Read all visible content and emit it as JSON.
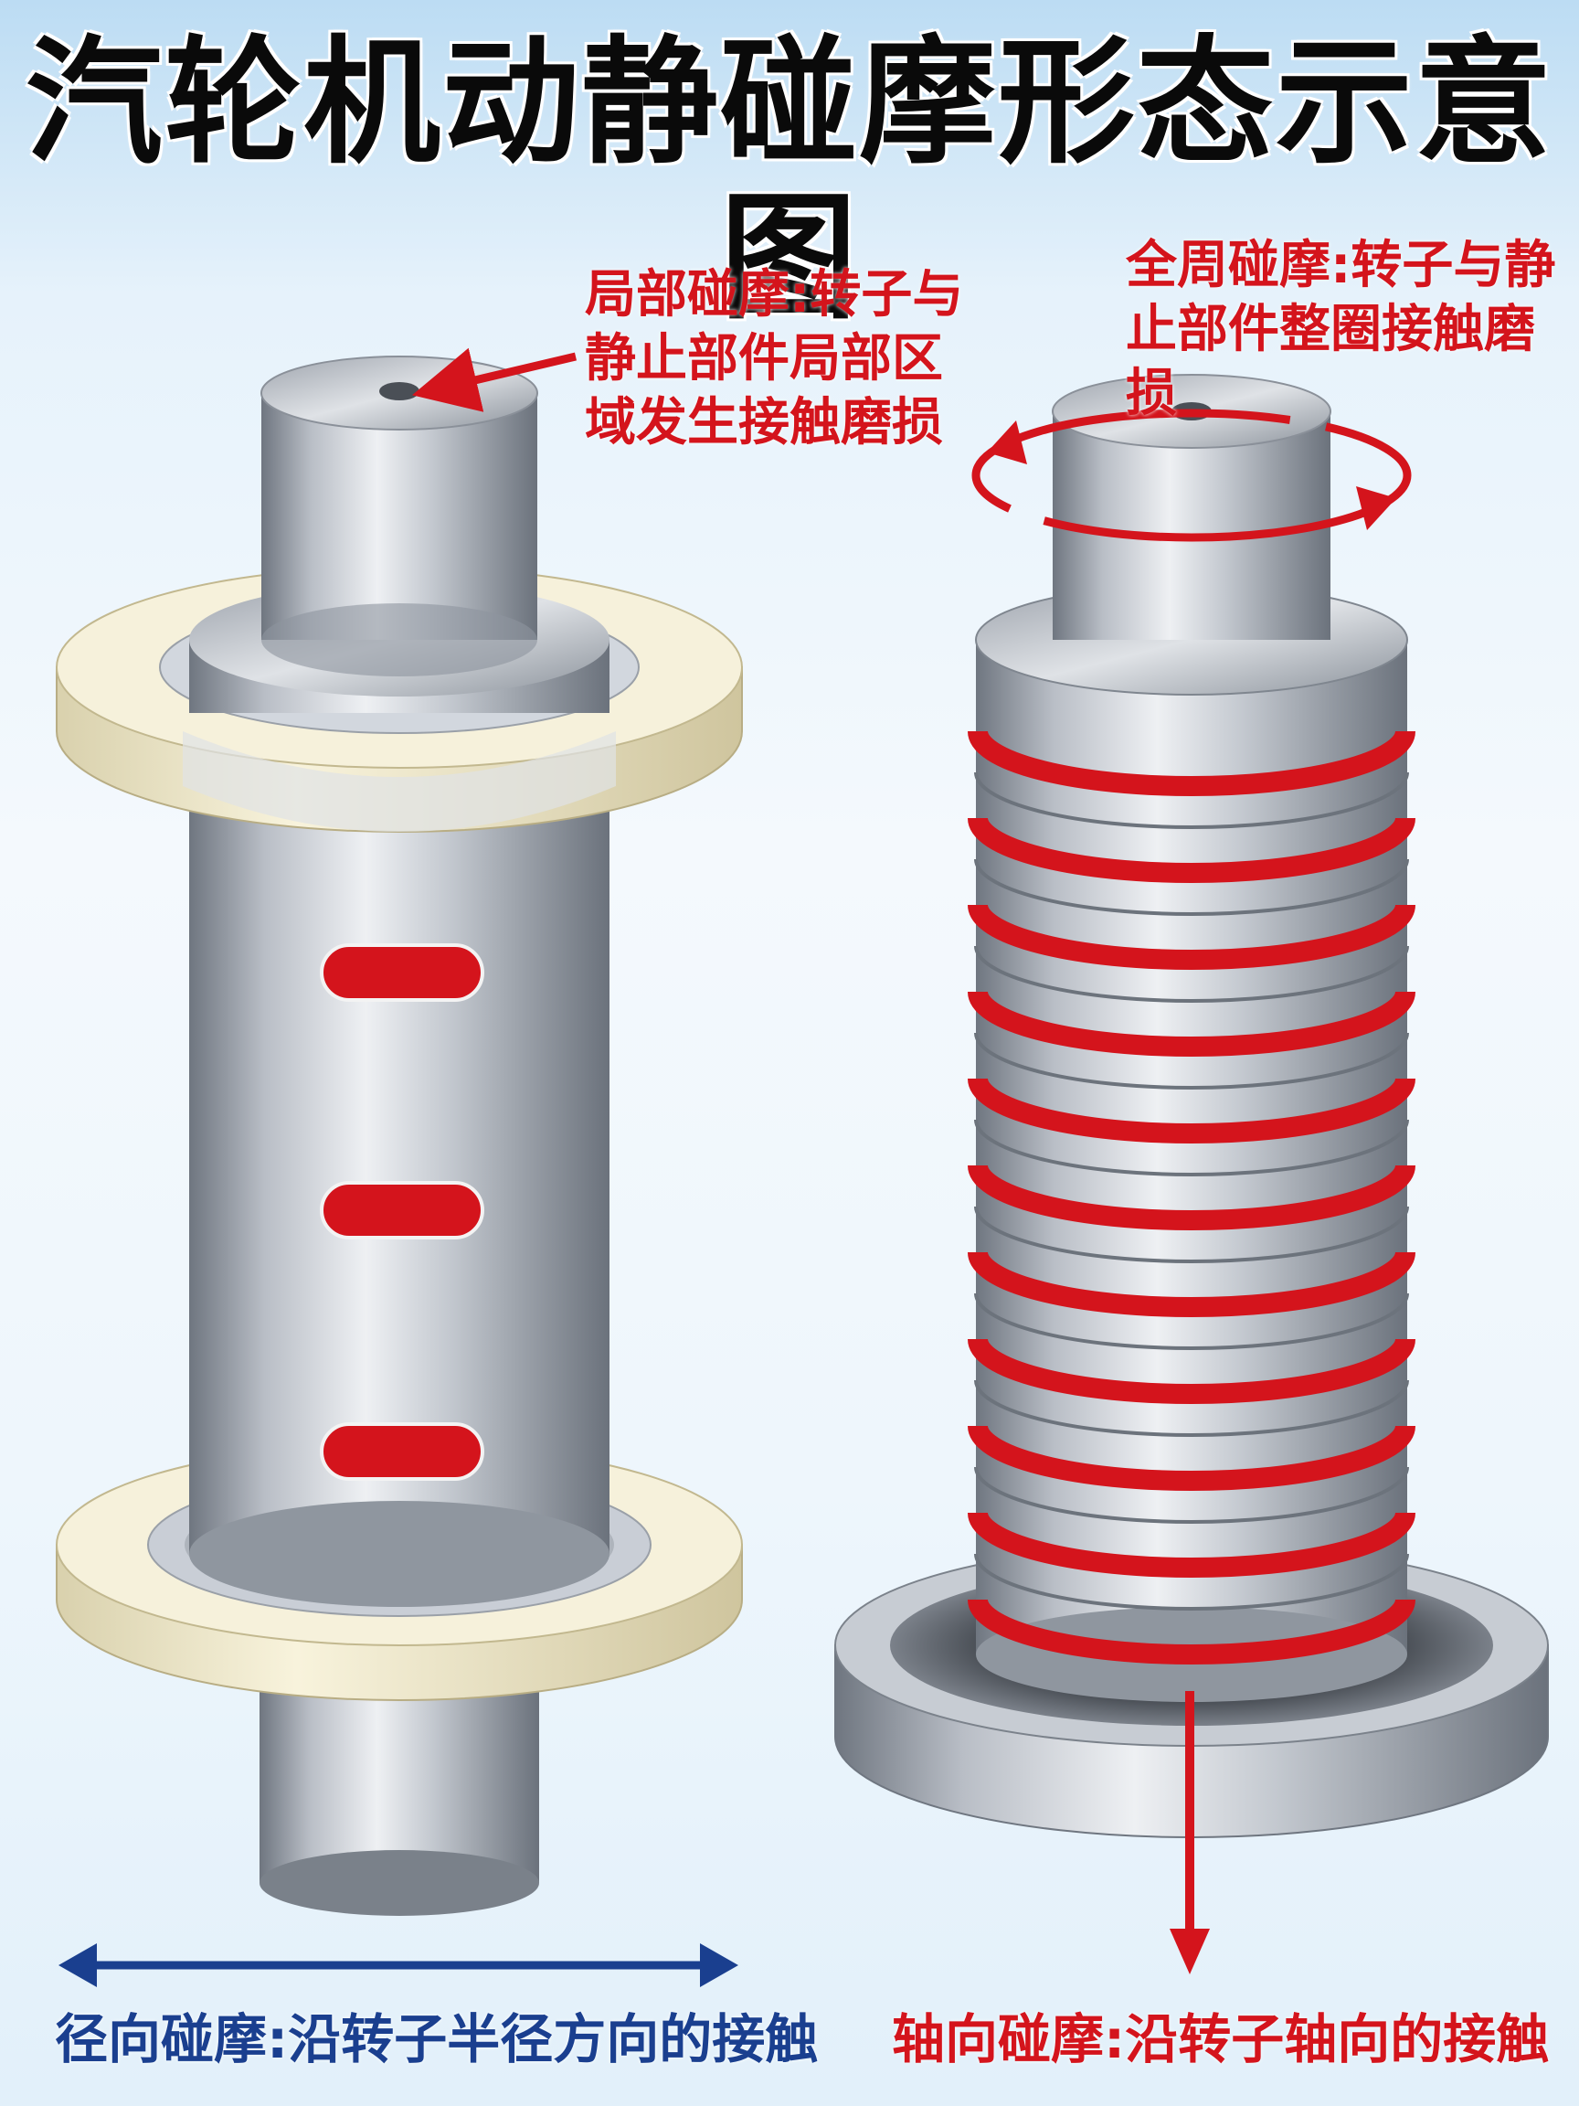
{
  "title": "汽轮机动静碰摩形态示意图",
  "callouts": {
    "local": "局部碰摩:转子与\n静止部件局部区\n域发生接触磨损",
    "full": "全周碰摩:转子与静\n止部件整圈接触磨损"
  },
  "captions": {
    "radial": "径向碰摩:沿转子半径方向的接触",
    "axial": "轴向碰摩:沿转子轴向的接触"
  },
  "colors": {
    "accent_red": "#d4141c",
    "accent_blue": "#1a3f8f",
    "steel": "#a9afb8",
    "cream_ring": "#f2ecd2"
  }
}
